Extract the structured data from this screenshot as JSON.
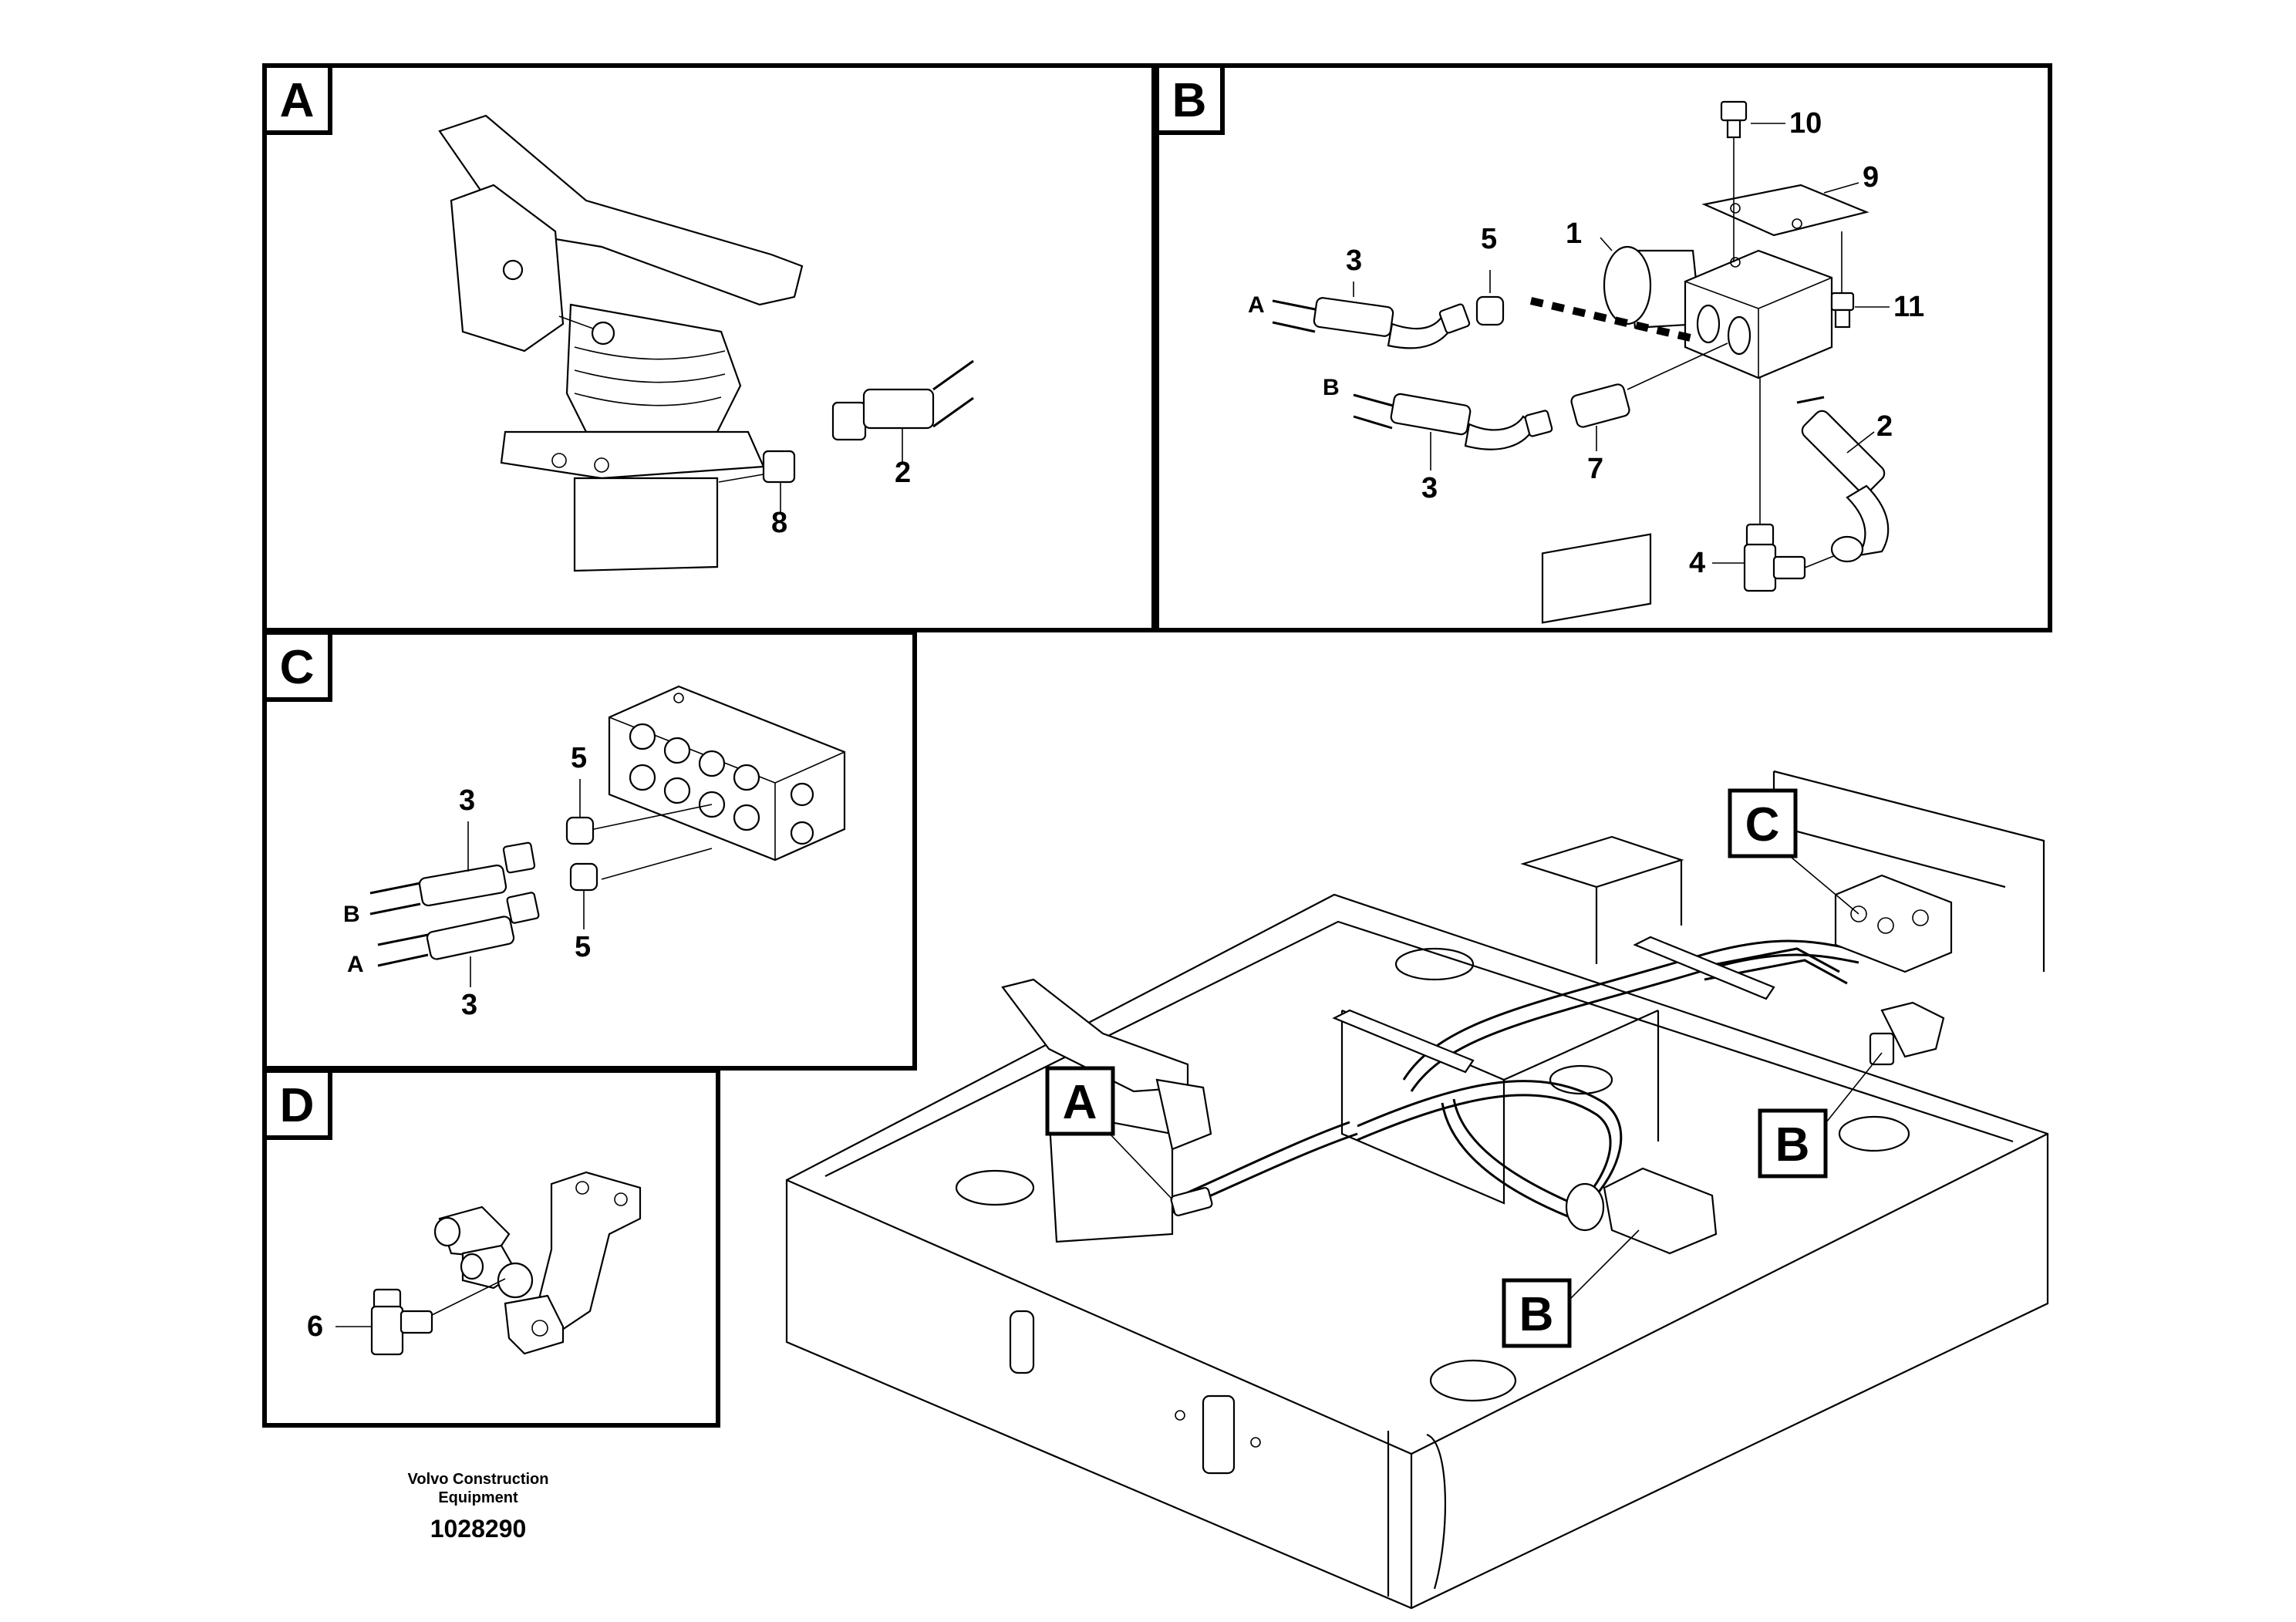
{
  "panels": {
    "a": {
      "letter": "A",
      "callouts": {
        "c8": "8",
        "c2": "2"
      }
    },
    "b": {
      "letter": "B",
      "callouts": {
        "c10": "10",
        "c9": "9",
        "c1": "1",
        "c3a": "3",
        "c5": "5",
        "c11": "11",
        "c2": "2",
        "c3b": "3",
        "c7": "7",
        "c4": "4"
      },
      "ports": {
        "a": "A",
        "b": "B"
      }
    },
    "c": {
      "letter": "C",
      "callouts": {
        "c3a": "3",
        "c5a": "5",
        "c3b": "3",
        "c5b": "5"
      },
      "ports": {
        "a": "A",
        "b": "B"
      }
    },
    "d": {
      "letter": "D",
      "callouts": {
        "c6": "6"
      }
    }
  },
  "overview": {
    "tags": {
      "a": "A",
      "b1": "B",
      "b2": "B",
      "c": "C"
    }
  },
  "footer": {
    "company_line1": "Volvo Construction",
    "company_line2": "Equipment",
    "drawing_number": "1028290"
  },
  "icons": [
    "foot-pedal-icon",
    "hydraulic-valve-icon",
    "distribution-block-icon",
    "elbow-fitting-icon",
    "hose-icon"
  ]
}
